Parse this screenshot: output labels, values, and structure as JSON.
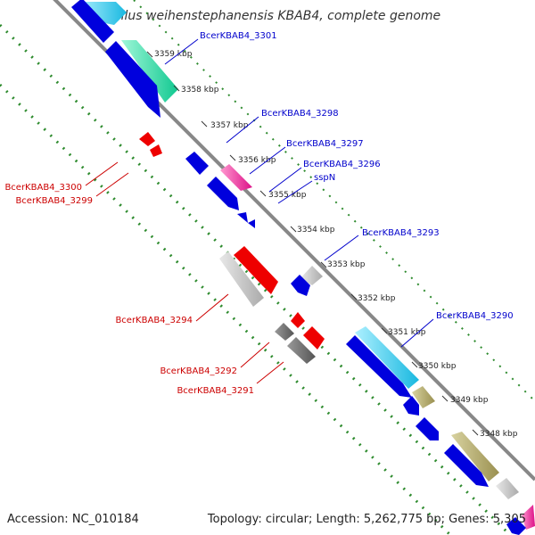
{
  "map": {
    "title": "Bacillus weihenstephanensis KBAB4, complete genome",
    "accession": "Accession: NC_010184",
    "summary": "Topology: circular; Length: 5,262,775 bp; Genes: 5,305"
  },
  "ruler": {
    "ticks": [
      {
        "label": "3359 kbp"
      },
      {
        "label": "3358 kbp"
      },
      {
        "label": "3357 kbp"
      },
      {
        "label": "3356 kbp"
      },
      {
        "label": "3355 kbp"
      },
      {
        "label": "3354 kbp"
      },
      {
        "label": "3353 kbp"
      },
      {
        "label": "3352 kbp"
      },
      {
        "label": "3351 kbp"
      },
      {
        "label": "3350 kbp"
      },
      {
        "label": "3349 kbp"
      },
      {
        "label": "3348 kbp"
      }
    ]
  },
  "gene_labels": {
    "forward": [
      {
        "text": "BcerKBAB4_3301",
        "color": "#0000cc"
      },
      {
        "text": "BcerKBAB4_3298",
        "color": "#0000cc"
      },
      {
        "text": "BcerKBAB4_3297",
        "color": "#0000cc"
      },
      {
        "text": "BcerKBAB4_3296",
        "color": "#0000cc"
      },
      {
        "text": "sspN",
        "color": "#0000cc"
      },
      {
        "text": "BcerKBAB4_3293",
        "color": "#0000cc"
      },
      {
        "text": "BcerKBAB4_3290",
        "color": "#0000cc"
      }
    ],
    "reverse": [
      {
        "text": "BcerKBAB4_3300",
        "color": "#cc0000"
      },
      {
        "text": "BcerKBAB4_3299",
        "color": "#cc0000"
      },
      {
        "text": "BcerKBAB4_3294",
        "color": "#cc0000"
      },
      {
        "text": "BcerKBAB4_3292",
        "color": "#cc0000"
      },
      {
        "text": "BcerKBAB4_3291",
        "color": "#cc0000"
      }
    ]
  },
  "colors": {
    "backbone": "#888888",
    "dotted_track": "#2e8b2e",
    "forward_gene": "#0000dd",
    "reverse_gene": "#ee0000",
    "cog_cyan": "#33ccee",
    "cog_teal": "#22ddaa",
    "cog_magenta": "#ee2299",
    "cog_gray": "#bbbbbb",
    "cog_darkgray": "#666666",
    "cog_khaki": "#aaa066"
  }
}
